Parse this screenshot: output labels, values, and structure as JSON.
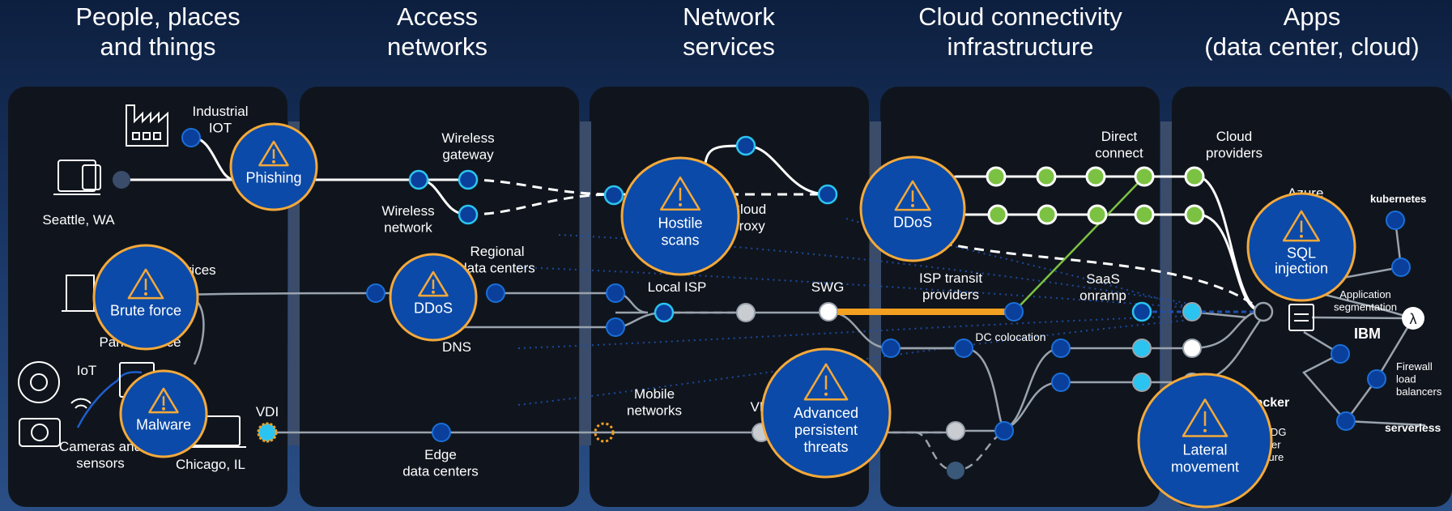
{
  "columns": [
    {
      "title": "People, places\nand things"
    },
    {
      "title": "Access\nnetworks"
    },
    {
      "title": "Network\nservices"
    },
    {
      "title": "Cloud connectivity\ninfrastructure"
    },
    {
      "title": "Apps\n(data center, cloud)"
    }
  ],
  "labels": {
    "industrial_iot": "Industrial\nIOT",
    "seattle": "Seattle, WA",
    "own_devices": "Own devices",
    "paris": "Paris, France",
    "iot": "IoT",
    "cameras": "Cameras and\nsensors",
    "chicago": "Chicago, IL",
    "vdi": "VDI",
    "wireless_gateway": "Wireless\ngateway",
    "wireless_network": "Wireless\nnetwork",
    "regional_dc": "Regional\ndata centers",
    "dns": "DNS",
    "edge_dc": "Edge\ndata centers",
    "local_isp": "Local ISP",
    "cloud_proxy": "Cloud\nproxy",
    "swg": "SWG",
    "mobile_networks": "Mobile\nnetworks",
    "vpn": "VPN",
    "direct_connect": "Direct\nconnect",
    "isp_transit": "ISP transit\nproviders",
    "dc_colocation": "DC colocation",
    "saas_onramp": "SaaS\nonramp",
    "cloud_providers": "Cloud\nproviders",
    "azure": "Azure",
    "kubernetes": "kubernetes",
    "app_segmentation": "Application\nsegmentation",
    "ibm": "IBM",
    "firewall": "Firewall\nload\nbalancers",
    "docker": "docker",
    "serverless": "serverless",
    "cdg": "CDG\nter\nture"
  },
  "threats": [
    {
      "label": "Phishing"
    },
    {
      "label": "Brute force"
    },
    {
      "label": "Malware"
    },
    {
      "label": "DDoS"
    },
    {
      "label": "Hostile\nscans"
    },
    {
      "label": "Advanced\npersistent\nthreats"
    },
    {
      "label": "DDoS"
    },
    {
      "label": "SQL\ninjection"
    },
    {
      "label": "Lateral\nmovement"
    }
  ],
  "colors": {
    "threat_fill": "#0b4aa8",
    "threat_ring": "#f4a93a",
    "node_blue": "#0a3f9c",
    "node_cyan": "#2bc4f0",
    "node_green": "#7cc242",
    "highlight_orange": "#f4a020"
  }
}
